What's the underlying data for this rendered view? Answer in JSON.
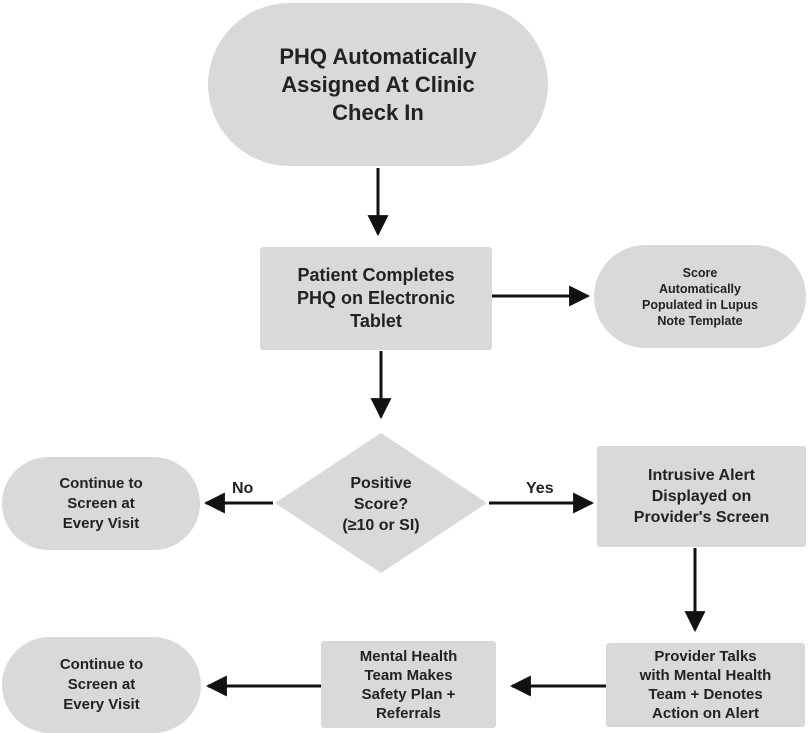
{
  "flowchart": {
    "start": "PHQ Automatically\nAssigned At Clinic\nCheck In",
    "complete": "Patient Completes\nPHQ on Electronic\nTablet",
    "populated": "Score\nAutomatically\nPopulated in Lupus\nNote Template",
    "decision": "Positive\nScore?\n(≥10 or SI)",
    "continue_top": "Continue to\nScreen at\nEvery Visit",
    "alert": "Intrusive Alert\nDisplayed on\nProvider's Screen",
    "provider": "Provider Talks\nwith Mental Health\nTeam + Denotes\nAction on Alert",
    "mental_health": "Mental Health\nTeam Makes\nSafety Plan +\nReferrals",
    "continue_bottom": "Continue to\nScreen at\nEvery Visit",
    "label_no": "No",
    "label_yes": "Yes"
  },
  "colors": {
    "node_fill": "#d9d9d9",
    "text": "#222222",
    "arrow": "#111111"
  }
}
